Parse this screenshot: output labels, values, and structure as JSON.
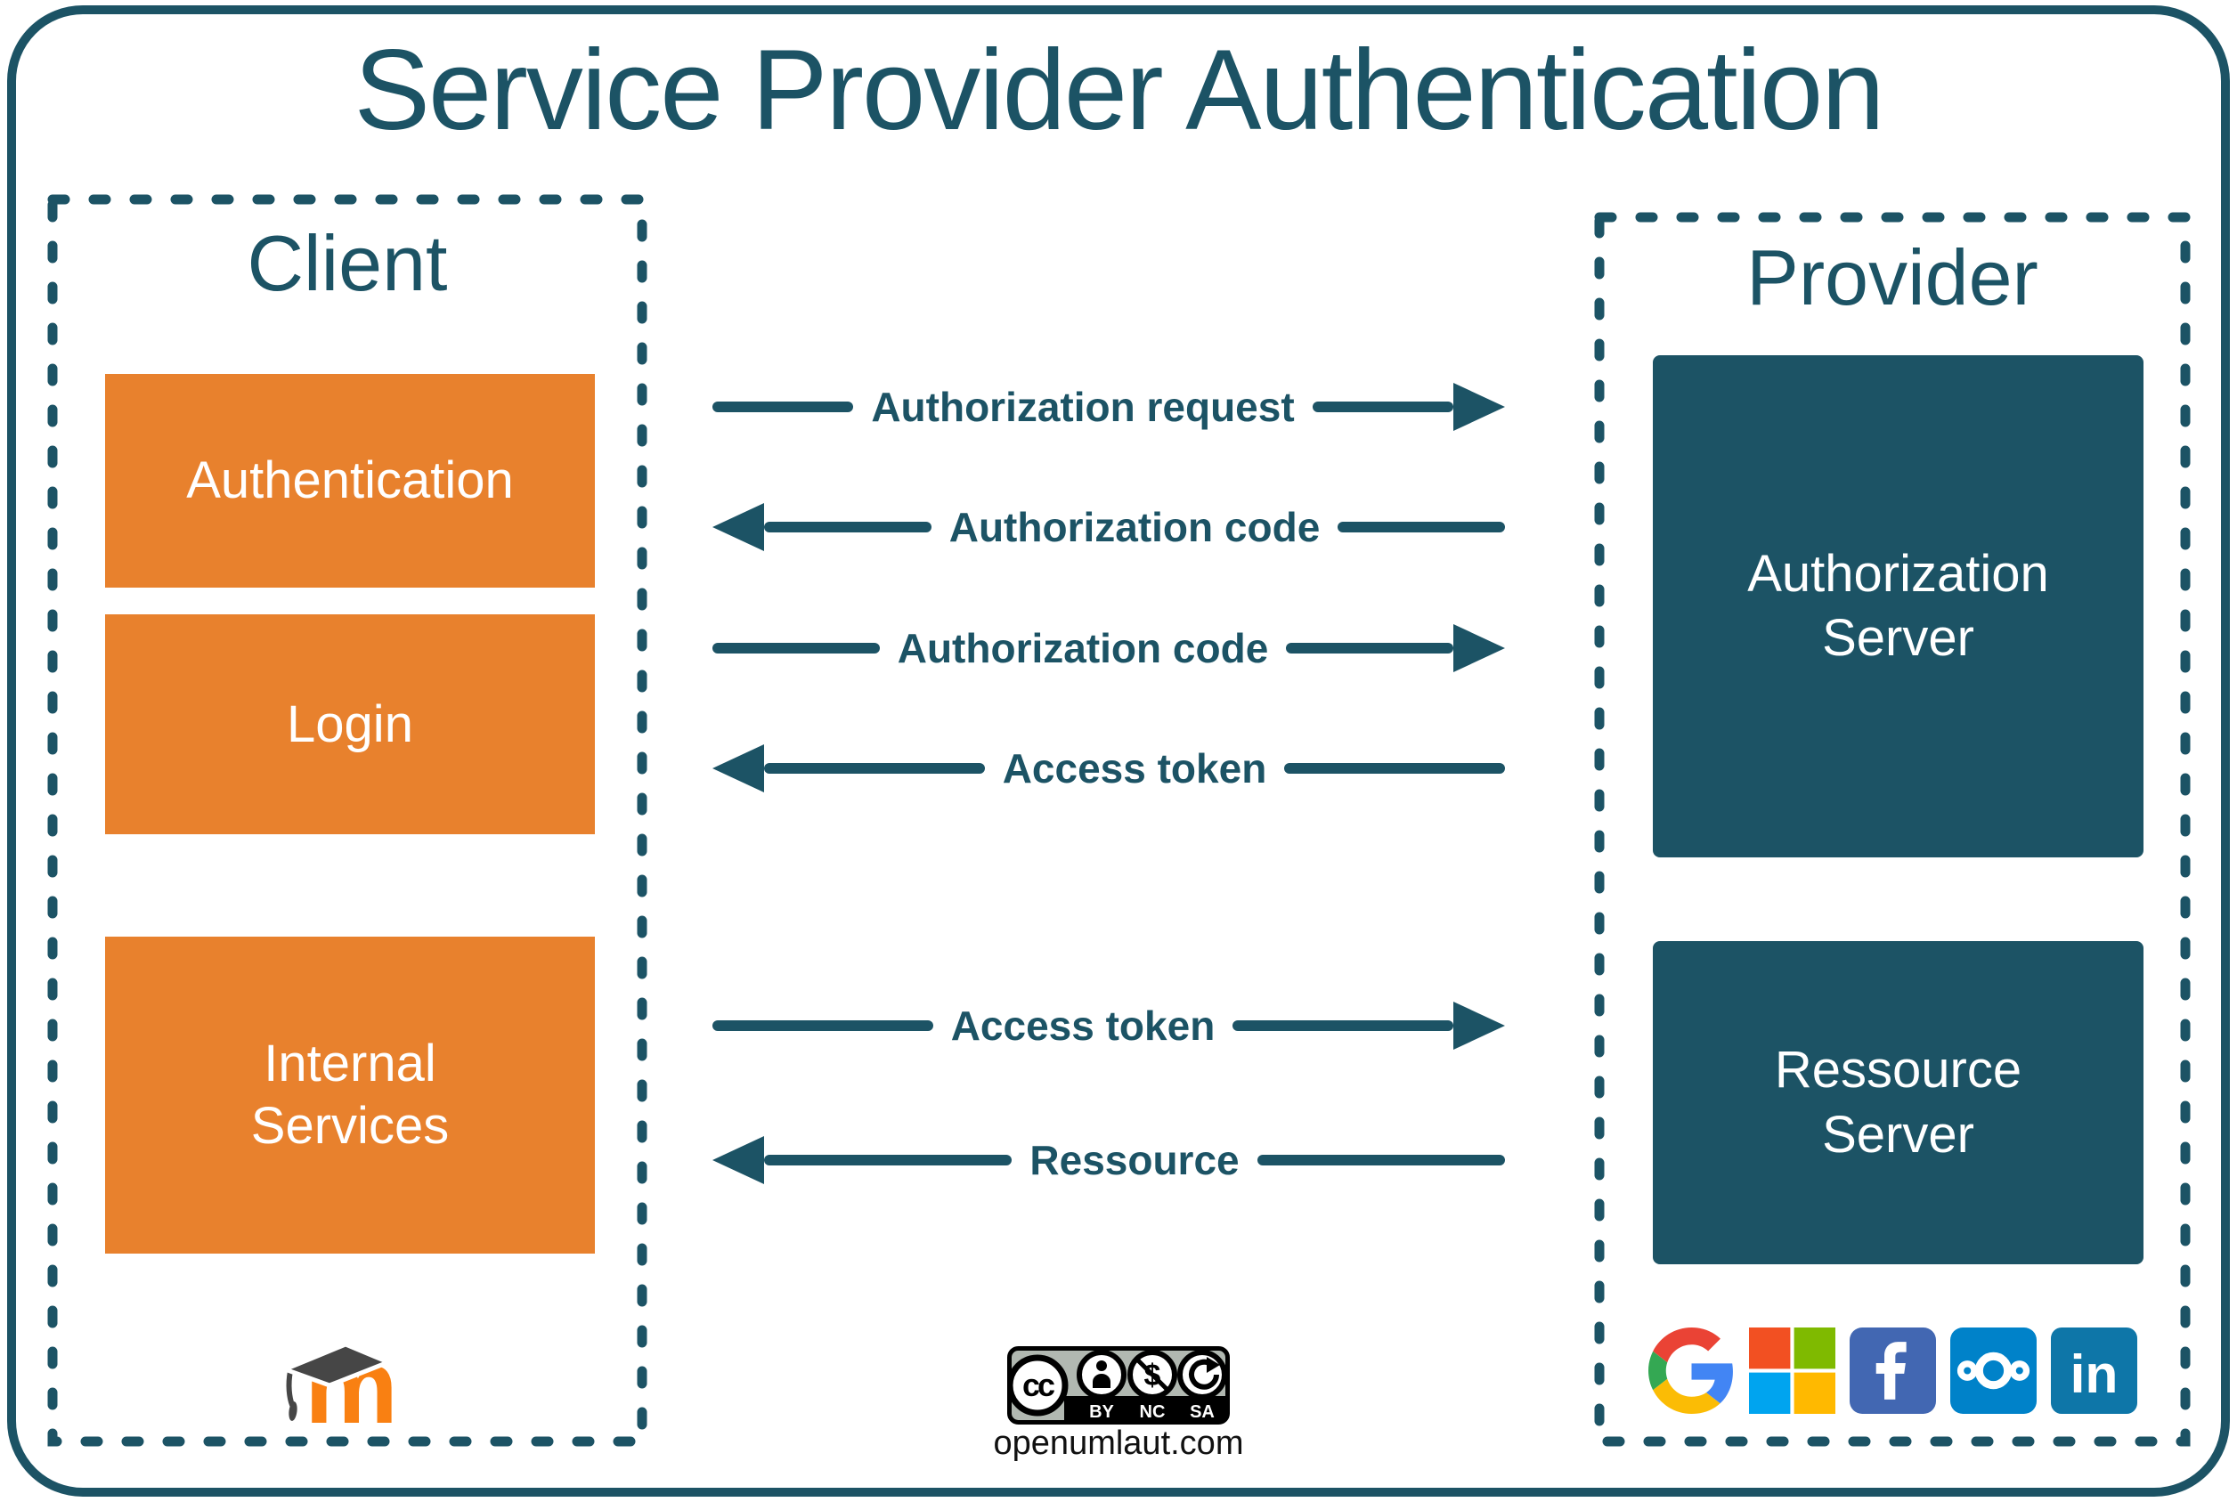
{
  "title": "Service Provider Authentication",
  "client": {
    "label": "Client",
    "boxes": [
      {
        "label": "Authentication"
      },
      {
        "label": "Login"
      },
      {
        "label": "Internal Services"
      }
    ],
    "logo": "moodle-icon"
  },
  "provider": {
    "label": "Provider",
    "boxes": [
      {
        "label": "Authorization Server"
      },
      {
        "label": "Ressource Server"
      }
    ],
    "logos": [
      "google-icon",
      "microsoft-icon",
      "facebook-icon",
      "nextcloud-icon",
      "linkedin-icon"
    ]
  },
  "flows": [
    {
      "label": "Authorization request",
      "direction": "right"
    },
    {
      "label": "Authorization code",
      "direction": "left"
    },
    {
      "label": "Authorization code",
      "direction": "right"
    },
    {
      "label": "Access token",
      "direction": "left"
    },
    {
      "label": "Access token",
      "direction": "right"
    },
    {
      "label": "Ressource",
      "direction": "left"
    }
  ],
  "license": {
    "cc_glyph": "cc",
    "labels": {
      "by": "BY",
      "nc": "NC",
      "sa": "SA"
    },
    "site": "openumlaut.com"
  },
  "colors": {
    "teal": "#1c5365",
    "orange": "#e8812d",
    "moodle_orange": "#f98012",
    "facebook_blue": "#4267b2",
    "nextcloud_blue": "#0082c9",
    "linkedin_blue": "#0e76a8",
    "ms_red": "#f25022",
    "ms_green": "#7fba00",
    "ms_blue": "#00a4ef",
    "ms_yellow": "#ffb900",
    "g_red": "#ea4335",
    "g_blue": "#4285f4",
    "g_green": "#34a853",
    "g_yellow": "#fbbc05"
  }
}
